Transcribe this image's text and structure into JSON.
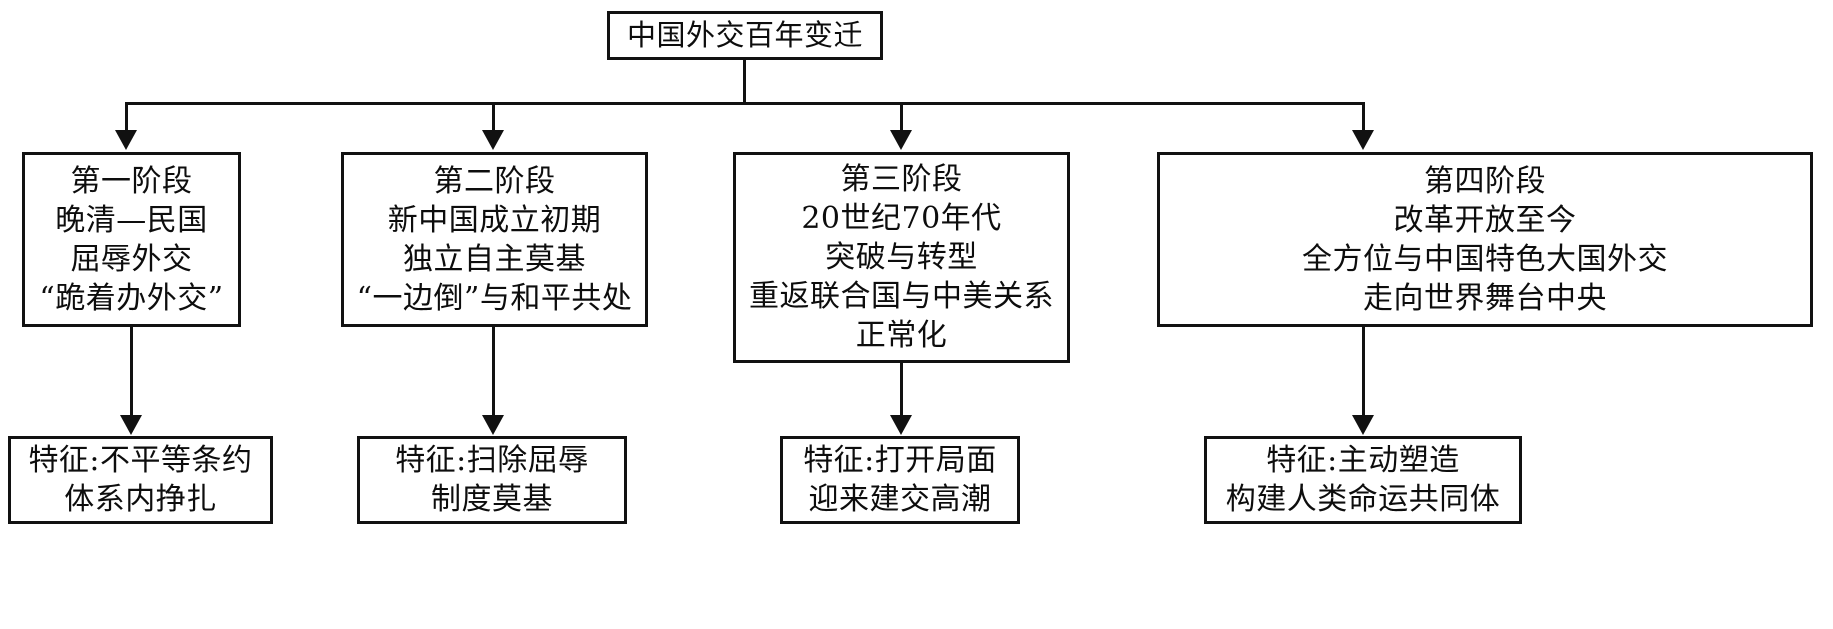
{
  "diagram": {
    "title_box": {
      "lines": [
        "中国外交百年变迁"
      ]
    },
    "stages": [
      {
        "id": "stage-1",
        "lines": [
          "第一阶段",
          "晚清—民国",
          "屈辱外交",
          "“跪着办外交”"
        ],
        "feature": {
          "id": "feature-1",
          "lines": [
            "特征:不平等条约",
            "体系内挣扎"
          ]
        }
      },
      {
        "id": "stage-2",
        "lines": [
          "第二阶段",
          "新中国成立初期",
          "独立自主莫基",
          "“一边倒”与和平共处"
        ],
        "feature": {
          "id": "feature-2",
          "lines": [
            "特征:扫除屈辱",
            "制度莫基"
          ]
        }
      },
      {
        "id": "stage-3",
        "lines": [
          "第三阶段",
          "20世纪70年代",
          "突破与转型",
          "重返联合国与中美关系",
          "正常化"
        ],
        "feature": {
          "id": "feature-3",
          "lines": [
            "特征:打开局面",
            "迎来建交高潮"
          ]
        }
      },
      {
        "id": "stage-4",
        "lines": [
          "第四阶段",
          "改革开放至今",
          "全方位与中国特色大国外交",
          "走向世界舞台中央"
        ],
        "feature": {
          "id": "feature-4",
          "lines": [
            "特征:主动塑造",
            "构建人类命运共同体"
          ]
        }
      }
    ],
    "colors": {
      "stroke": "#111111",
      "background": "#ffffff",
      "text": "#0d0d0d"
    }
  }
}
